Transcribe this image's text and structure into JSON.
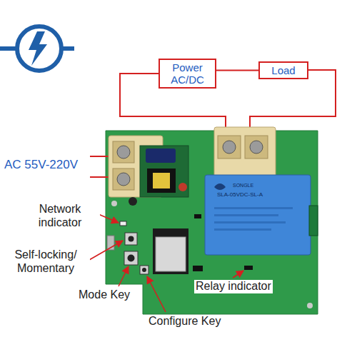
{
  "diagram": {
    "nodes": [
      {
        "text": [
          "Power AC/DC"
        ]
      },
      {
        "text": [
          "Load"
        ]
      }
    ],
    "edges": [
      {
        "from": 0,
        "to": 1,
        "arrow": "none"
      }
    ],
    "labels": [
      "AC 55V-220V",
      "Network indicator",
      "Self-locking/ Momentary",
      "Mode Key",
      "Configure Key",
      "Relay indicator",
      "SONGLE",
      "SLA-05VDC-SL-A"
    ]
  }
}
